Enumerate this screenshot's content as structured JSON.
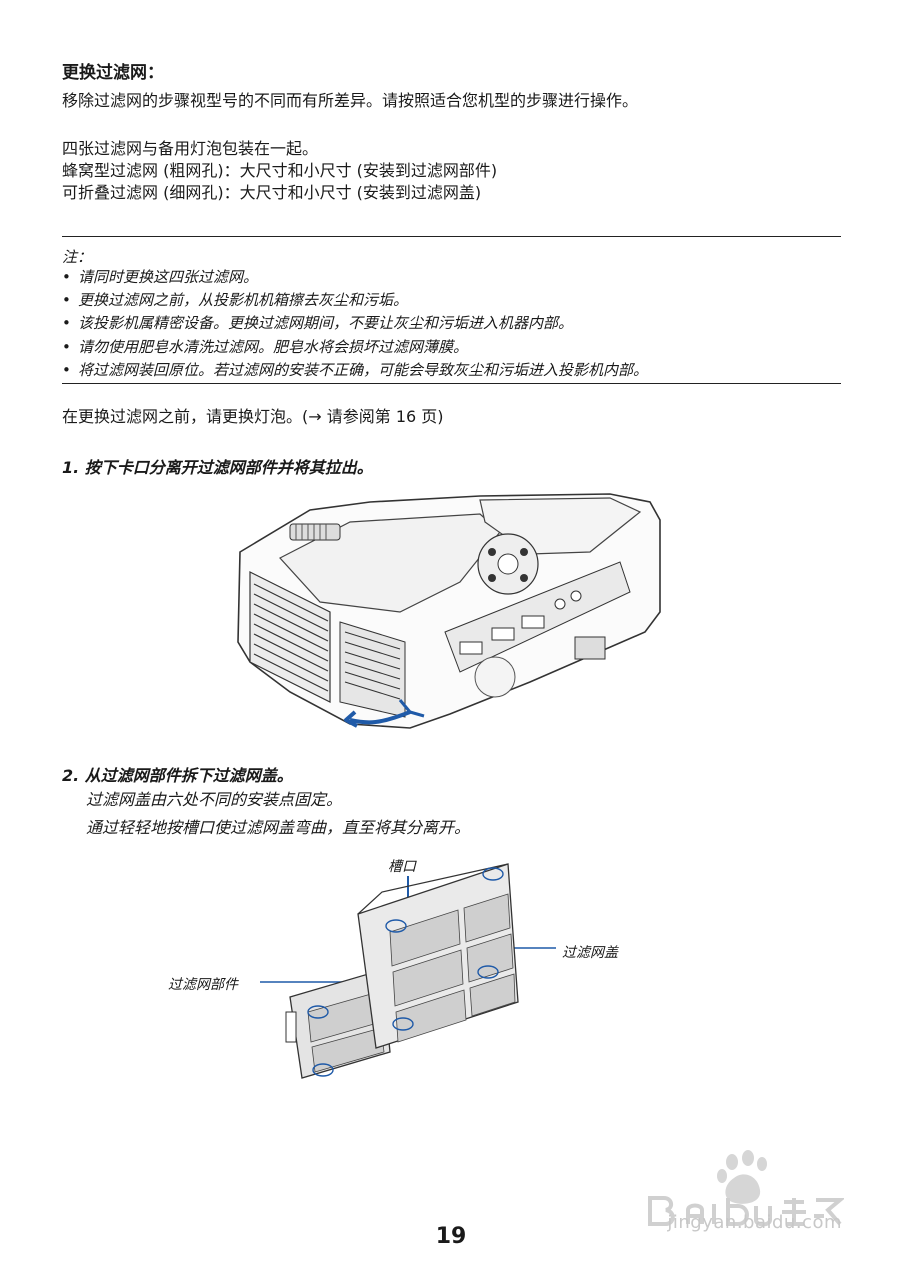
{
  "section": {
    "title": "更换过滤网：",
    "intro": "移除过滤网的步骤视型号的不同而有所差异。请按照适合您机型的步骤进行操作。",
    "pack_line": "四张过滤网与备用灯泡包装在一起。",
    "honeycomb_line": "蜂窝型过滤网 (粗网孔)：大尺寸和小尺寸 (安装到过滤网部件)",
    "foldable_line": "可折叠过滤网 (细网孔)：大尺寸和小尺寸 (安装到过滤网盖)"
  },
  "note": {
    "label": "注：",
    "bullet": "•",
    "items": [
      "请同时更换这四张过滤网。",
      "更换过滤网之前，从投影机机箱擦去灰尘和污垢。",
      "该投影机属精密设备。更换过滤网期间，不要让灰尘和污垢进入机器内部。",
      "请勿使用肥皂水清洗过滤网。肥皂水将会损坏过滤网薄膜。",
      "将过滤网装回原位。若过滤网的安装不正确，可能会导致灰尘和污垢进入投影机内部。"
    ]
  },
  "lamp_ref": "在更换过滤网之前，请更换灯泡。(→ 请参阅第 16 页)",
  "steps": [
    {
      "title": "1. 按下卡口分离开过滤网部件并将其拉出。"
    },
    {
      "title": "2. 从过滤网部件拆下过滤网盖。",
      "lines": [
        "过滤网盖由六处不同的安装点固定。",
        "通过轻轻地按槽口使过滤网盖弯曲，直至将其分离开。"
      ]
    }
  ],
  "callouts": {
    "notch": "槽口",
    "filter_cover": "过滤网盖",
    "filter_unit": "过滤网部件"
  },
  "page_number": "19",
  "watermark": {
    "url": "jingyan.baidu.com"
  },
  "colors": {
    "arrow": "#1f5aa8",
    "text": "#1a1a1a",
    "watermark": "#c8c8c8"
  },
  "icons": [
    "projector-illustration",
    "filter-illustration",
    "pull-arrow-icon",
    "baidu-paw-icon"
  ]
}
